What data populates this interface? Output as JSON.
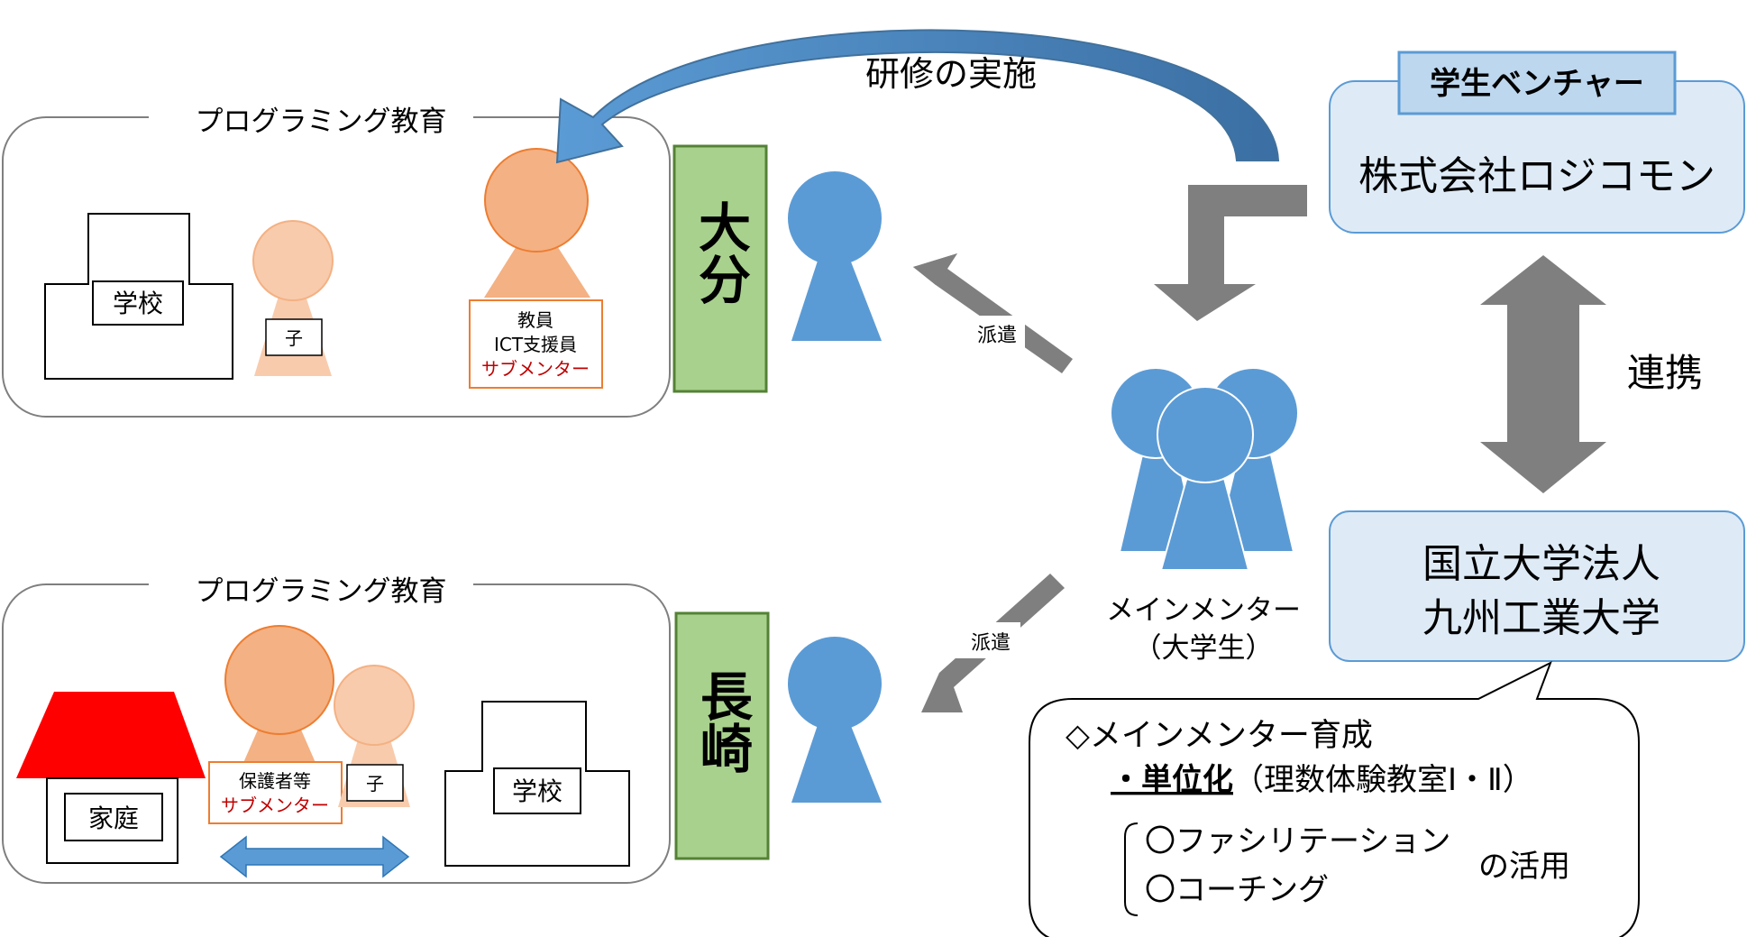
{
  "top_panel": {
    "title": "プログラミング教育",
    "school_label": "学校",
    "child_label": "子",
    "teacher_label_line1": "教員",
    "teacher_label_line2": "ICT支援員",
    "teacher_label_line3": "サブメンター"
  },
  "bottom_panel": {
    "title": "プログラミング教育",
    "home_label": "家庭",
    "guardian_label_line1": "保護者等",
    "guardian_label_line2": "サブメンター",
    "child_label": "子",
    "school_label": "学校"
  },
  "regions": {
    "oita": "大分",
    "nagasaki": "長崎"
  },
  "arrows": {
    "training": "研修の実施",
    "dispatch_top": "派遣",
    "dispatch_bottom": "派遣",
    "cooperation": "連携"
  },
  "main_mentor": {
    "line1": "メインメンター",
    "line2": "（大学生）"
  },
  "venture": {
    "tag": "学生ベンチャー",
    "name": "株式会社ロジコモン"
  },
  "university": {
    "line1": "国立大学法人",
    "line2": "九州工業大学"
  },
  "callout": {
    "heading": "◇メインメンター育成",
    "item_bold": "・単位化",
    "item_rest": "（理数体験教室Ⅰ・Ⅱ）",
    "method1": "〇ファシリテーション",
    "method2": "〇コーチング",
    "method_suffix": "の活用"
  },
  "colors": {
    "orange_dark": "#f4b183",
    "orange_light": "#f8cbad",
    "blue_figure": "#5b9bd5",
    "region_green": "#a9d18e",
    "box_blue": "#deebf7",
    "sub_mentor_red": "#c00000",
    "roof_red": "#ff0000",
    "arrow_gray": "#7f7f7f"
  }
}
